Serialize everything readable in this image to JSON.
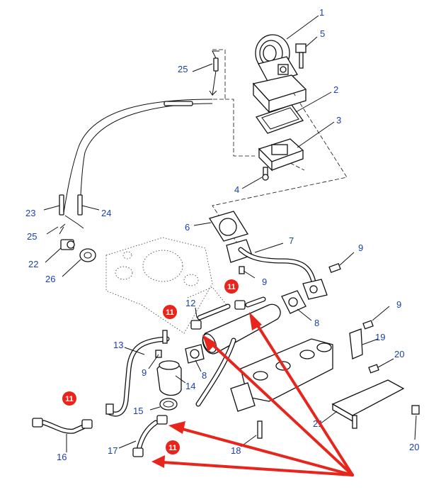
{
  "callouts": {
    "c1": "1",
    "c2": "2",
    "c3": "3",
    "c4": "4",
    "c5": "5",
    "c6": "6",
    "c7": "7",
    "c8a": "8",
    "c8b": "8",
    "c9a": "9",
    "c9b": "9",
    "c9c": "9",
    "c9d": "9",
    "c12": "12",
    "c13": "13",
    "c14": "14",
    "c15": "15",
    "c16": "16",
    "c17": "17",
    "c18": "18",
    "c19": "19",
    "c20a": "20",
    "c20b": "20",
    "c21": "21",
    "c22": "22",
    "c23": "23",
    "c24": "24",
    "c25a": "25",
    "c25b": "25",
    "c26": "26"
  },
  "highlight_badges": [
    "11",
    "11",
    "11",
    "11"
  ],
  "colors": {
    "callout_text": "#1a3fb0",
    "badge_fill": "#e8251c",
    "arrow": "#e8251c",
    "line_art": "#111111"
  }
}
